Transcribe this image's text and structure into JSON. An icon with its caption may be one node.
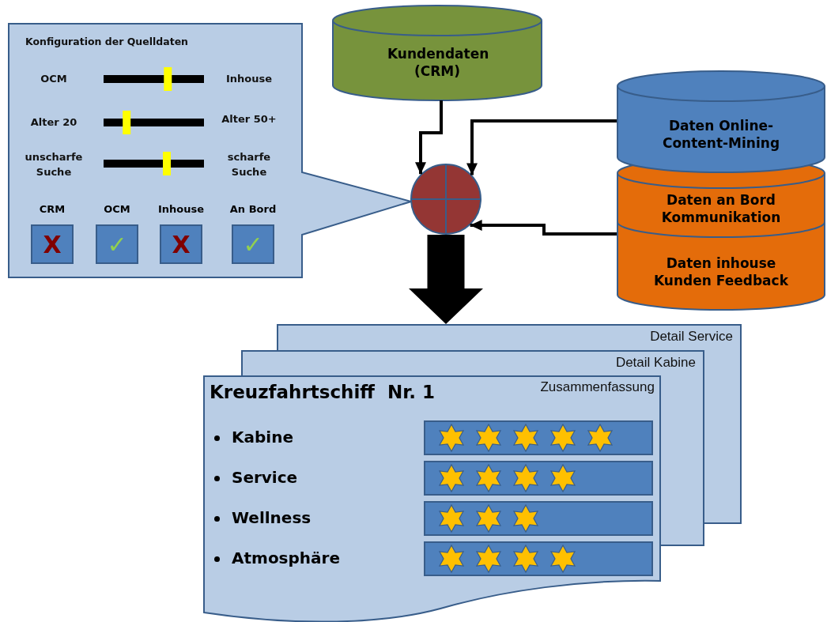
{
  "diagram": {
    "nodes": [
      {
        "text": [
          "Konfiguration der Quelldaten"
        ]
      },
      {
        "text": [
          "CRM",
          "X"
        ],
        "in": 0
      },
      {
        "text": [
          "OCM",
          "✓"
        ],
        "in": 0
      },
      {
        "text": [
          "Inhouse",
          "X"
        ],
        "in": 0
      },
      {
        "text": [
          "An Bord",
          "✓"
        ],
        "in": 0
      },
      {
        "text": [
          "Kundendaten (CRM)"
        ]
      },
      {
        "text": [
          "Daten Online-Content-Mining"
        ]
      },
      {
        "text": [
          "Daten an Bord Kommunikation"
        ]
      },
      {
        "text": [
          "Daten inhouse Kunden Feedback"
        ]
      },
      {
        "text": [],
        "shape": "circle"
      },
      {
        "text": [
          "Detail Service"
        ]
      },
      {
        "text": [
          "Detail Kabine"
        ]
      },
      {
        "text": [
          "Kreuzfahrtschiff  Nr. 1",
          "Zusammenfassung",
          "Kabine",
          "Service",
          "Wellness",
          "Atmosphäre"
        ]
      }
    ],
    "edges": [
      {
        "from": 5,
        "to": 9,
        "arrow": "to"
      },
      {
        "from": 6,
        "to": 9,
        "arrow": "to"
      },
      {
        "from": 7,
        "to": 9,
        "arrow": "to"
      },
      {
        "from": 9,
        "to": 10,
        "arrow": "to",
        "style": "thick"
      }
    ],
    "labels": [
      "OCM",
      "Inhouse",
      "Alter 20",
      "Alter 50+",
      "unscharfe Suche",
      "scharfe Suche"
    ]
  }
}
